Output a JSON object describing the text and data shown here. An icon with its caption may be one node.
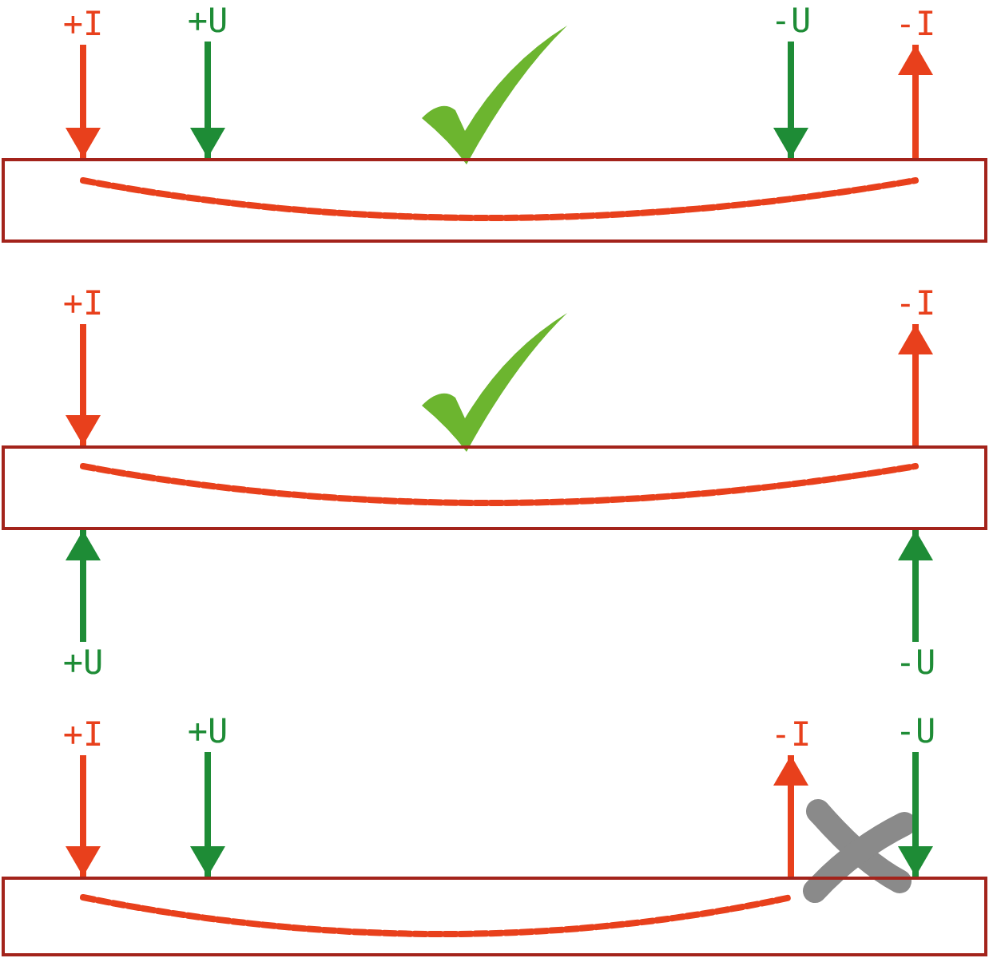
{
  "diagram": {
    "nodes": [
      {
        "text": [],
        "shape": "bar"
      },
      {
        "text": [
          "+I"
        ]
      },
      {
        "text": [
          "+U"
        ]
      },
      {
        "text": [
          "-U"
        ]
      },
      {
        "text": [
          "-I"
        ]
      },
      {
        "text": [],
        "shape": "bar"
      },
      {
        "text": [
          "+I"
        ]
      },
      {
        "text": [
          "-I"
        ]
      },
      {
        "text": [
          "+U"
        ]
      },
      {
        "text": [
          "-U"
        ]
      },
      {
        "text": [],
        "shape": "bar"
      },
      {
        "text": [
          "+I"
        ]
      },
      {
        "text": [
          "+U"
        ]
      },
      {
        "text": [
          "-I"
        ]
      },
      {
        "text": [
          "-U"
        ]
      }
    ],
    "edges": [
      {
        "from": 1,
        "to": 0,
        "arrow": "to",
        "color": "#e8401c"
      },
      {
        "from": 2,
        "to": 0,
        "arrow": "to",
        "color": "#1e8c36"
      },
      {
        "from": 3,
        "to": 0,
        "arrow": "to",
        "color": "#1e8c36"
      },
      {
        "from": 0,
        "to": 4,
        "arrow": "to",
        "color": "#e8401c"
      },
      {
        "from": 6,
        "to": 5,
        "arrow": "to",
        "color": "#e8401c"
      },
      {
        "from": 5,
        "to": 7,
        "arrow": "to",
        "color": "#e8401c"
      },
      {
        "from": 8,
        "to": 5,
        "arrow": "to",
        "color": "#1e8c36"
      },
      {
        "from": 9,
        "to": 5,
        "arrow": "to",
        "color": "#1e8c36"
      },
      {
        "from": 11,
        "to": 10,
        "arrow": "to",
        "color": "#e8401c"
      },
      {
        "from": 12,
        "to": 10,
        "arrow": "to",
        "color": "#1e8c36"
      },
      {
        "from": 10,
        "to": 13,
        "arrow": "to",
        "color": "#e8401c"
      },
      {
        "from": 14,
        "to": 10,
        "arrow": "to",
        "color": "#1e8c36"
      }
    ]
  }
}
